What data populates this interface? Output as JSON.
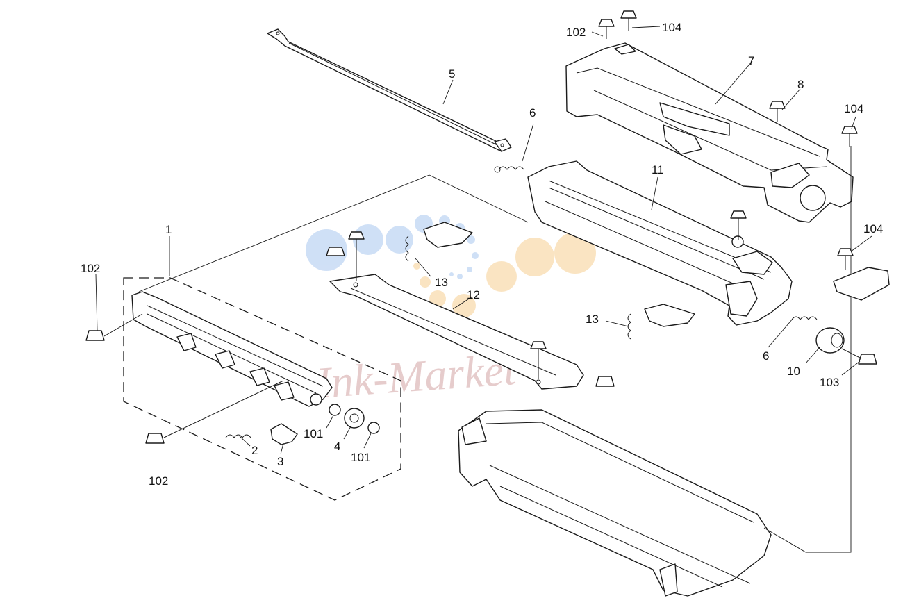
{
  "watermark": {
    "text": "Ink-Market"
  },
  "callouts": [
    {
      "id": "c-102-top",
      "text": "102"
    },
    {
      "id": "c-104-top",
      "text": "104"
    },
    {
      "id": "c-7",
      "text": "7"
    },
    {
      "id": "c-8",
      "text": "8"
    },
    {
      "id": "c-104-right",
      "text": "104"
    },
    {
      "id": "c-5",
      "text": "5"
    },
    {
      "id": "c-6-top",
      "text": "6"
    },
    {
      "id": "c-11",
      "text": "11"
    },
    {
      "id": "c-104-mid",
      "text": "104"
    },
    {
      "id": "c-1",
      "text": "1"
    },
    {
      "id": "c-102-left",
      "text": "102"
    },
    {
      "id": "c-13-top",
      "text": "13"
    },
    {
      "id": "c-12",
      "text": "12"
    },
    {
      "id": "c-13-mid",
      "text": "13"
    },
    {
      "id": "c-6-right",
      "text": "6"
    },
    {
      "id": "c-10",
      "text": "10"
    },
    {
      "id": "c-103",
      "text": "103"
    },
    {
      "id": "c-101-a",
      "text": "101"
    },
    {
      "id": "c-101-b",
      "text": "101"
    },
    {
      "id": "c-4",
      "text": "4"
    },
    {
      "id": "c-2",
      "text": "2"
    },
    {
      "id": "c-3",
      "text": "3"
    },
    {
      "id": "c-102-bottom",
      "text": "102"
    }
  ],
  "colors": {
    "line": "#1a1a1a",
    "watermark_blue": "#a9c7ef",
    "watermark_orange": "#f6cf92",
    "watermark_text": "#c98f8f"
  }
}
